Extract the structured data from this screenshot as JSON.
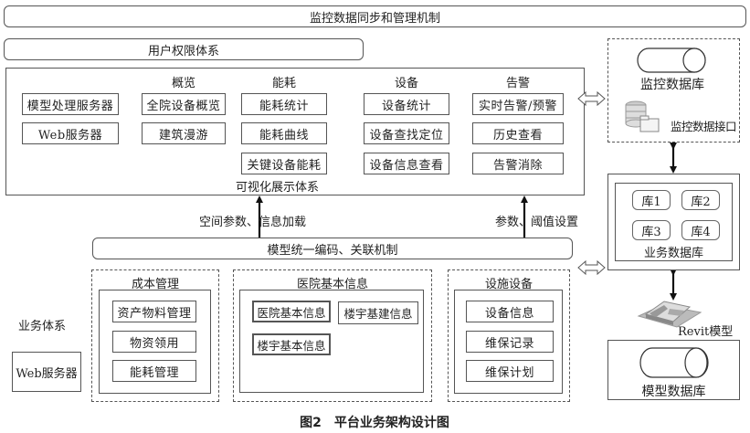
{
  "top_bar": "监控数据同步和管理机制",
  "user_bar": "用户权限体系",
  "visual_system": {
    "caption": "可视化展示体系",
    "left_boxes": [
      "模型处理服务器",
      "Web服务器"
    ],
    "columns": [
      {
        "title": "概览",
        "items": [
          "全院设备概览",
          "建筑漫游"
        ]
      },
      {
        "title": "能耗",
        "items": [
          "能耗统计",
          "能耗曲线",
          "关键设备能耗"
        ]
      },
      {
        "title": "设备",
        "items": [
          "设备统计",
          "设备查找定位",
          "设备信息查看"
        ]
      },
      {
        "title": "告警",
        "items": [
          "实时告警/预警",
          "历史查看",
          "告警消除"
        ]
      }
    ]
  },
  "arrows": {
    "left_label": "空间参数、信息加载",
    "right_label": "参数、阈值设置"
  },
  "model_bar": "模型统一编码、关联机制",
  "business_system": {
    "label": "业务体系",
    "web_server": "Web服务器",
    "groups": [
      {
        "title": "成本管理",
        "items": [
          "资产物料管理",
          "物资领用",
          "能耗管理"
        ]
      },
      {
        "title": "医院基本信息",
        "items": [
          "医院基本信息",
          "楼宇基建信息",
          "楼宇基本信息"
        ]
      },
      {
        "title": "设施设备",
        "items": [
          "设备信息",
          "维保记录",
          "维保计划"
        ]
      }
    ]
  },
  "right_column": {
    "monitor_db": "监控数据库",
    "monitor_api": "监控数据接口",
    "business_db": {
      "label": "业务数据库",
      "libs": [
        "库1",
        "库2",
        "库3",
        "库4"
      ]
    },
    "revit_model": "Revit模型",
    "model_db": "模型数据库"
  },
  "figure_caption": "图2　平台业务架构设计图"
}
